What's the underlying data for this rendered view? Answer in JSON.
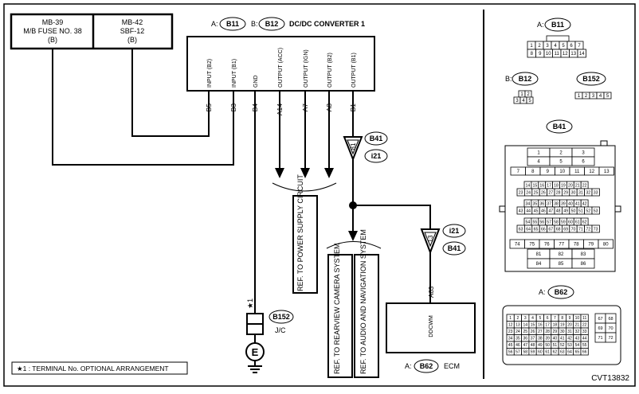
{
  "fuse_boxes": [
    {
      "line1": "MB-39",
      "line2": "M/B FUSE NO. 38",
      "line3": "(B)"
    },
    {
      "line1": "MB-42",
      "line2": "SBF-12",
      "line3": "(B)"
    }
  ],
  "converter": {
    "label_a": "A:",
    "conn_a": "B11",
    "label_b": "B:",
    "conn_b": "B12",
    "name": "DC/DC CONVERTER 1",
    "terminals": [
      {
        "name": "INPUT (B2)",
        "pin": "B5"
      },
      {
        "name": "INPUT (B1)",
        "pin": "B3"
      },
      {
        "name": "GND",
        "pin": "B4"
      },
      {
        "name": "OUTPUT (ACC)",
        "pin": "A14"
      },
      {
        "name": "OUTPUT (IGN)",
        "pin": "A7"
      },
      {
        "name": "OUTPUT (B2)",
        "pin": "A8"
      },
      {
        "name": "OUTPUT (B1)",
        "pin": "B1"
      }
    ]
  },
  "joints": [
    {
      "pin": "81",
      "conn_top": "B41",
      "conn_bottom": "i21"
    },
    {
      "pin": "13",
      "conn_top": "i21",
      "conn_bottom": "B41"
    }
  ],
  "refs": {
    "power": "REF. TO POWER SUPPLY CIRCUIT",
    "rearview": "REF. TO REARVIEW CAMERA SYSTEM",
    "audio": "REF. TO AUDIO AND NAVIGATION SYSTEM"
  },
  "ecm": {
    "terminal": "DDCWM",
    "pin": "A63",
    "label_a": "A:",
    "conn": "B62",
    "name": "ECM"
  },
  "ground": {
    "star": "★1",
    "conn": "B152",
    "jc": "J/C",
    "symbol": "E"
  },
  "footnote": "★1 : TERMINAL No. OPTIONAL ARRANGEMENT",
  "connectors_panel": {
    "b11": {
      "label": "A:",
      "name": "B11",
      "rows": [
        [
          "1",
          "2",
          "3",
          "4",
          "5",
          "6",
          "7"
        ],
        [
          "8",
          "9",
          "10",
          "11",
          "12",
          "13",
          "14"
        ]
      ]
    },
    "b12": {
      "label": "B:",
      "name": "B12",
      "rows": [
        [
          "1",
          "2"
        ],
        [
          "3",
          "4",
          "5"
        ]
      ]
    },
    "b152": {
      "name": "B152",
      "rows": [
        [
          "1",
          "2",
          "3",
          "4",
          "5"
        ]
      ]
    },
    "b41": {
      "name": "B41",
      "top_rows": [
        [
          "1",
          "2",
          "3"
        ],
        [
          "4",
          "5",
          "6"
        ]
      ],
      "row3": [
        "7",
        "8",
        "9",
        "10",
        "11",
        "12",
        "13"
      ],
      "blocks": [
        [
          [
            "14",
            "15",
            "16",
            "17",
            "18",
            "19",
            "20",
            "21",
            "22"
          ],
          [
            "23",
            "24",
            "25",
            "26",
            "27",
            "28",
            "29",
            "30",
            "31",
            "32",
            "33"
          ]
        ],
        [
          [
            "34",
            "35",
            "36",
            "37",
            "38",
            "39",
            "40",
            "41",
            "42"
          ],
          [
            "43",
            "44",
            "45",
            "46",
            "47",
            "48",
            "49",
            "50",
            "51",
            "52",
            "53"
          ]
        ],
        [
          [
            "54",
            "55",
            "56",
            "57",
            "58",
            "59",
            "60",
            "61",
            "62"
          ],
          [
            "63",
            "64",
            "65",
            "66",
            "67",
            "68",
            "69",
            "70",
            "71",
            "72",
            "73"
          ]
        ]
      ],
      "row_wide": [
        "74",
        "75",
        "76",
        "77",
        "78",
        "79",
        "80"
      ],
      "bottom_rows": [
        [
          "81",
          "82",
          "83"
        ],
        [
          "84",
          "85",
          "86"
        ]
      ]
    },
    "b62": {
      "label": "A:",
      "name": "B62",
      "rows": [
        [
          "1",
          "2",
          "3",
          "4",
          "5",
          "6",
          "7",
          "8",
          "9",
          "10",
          "11"
        ],
        [
          "12",
          "13",
          "14",
          "15",
          "16",
          "17",
          "18",
          "19",
          "20",
          "21",
          "22"
        ],
        [
          "23",
          "24",
          "25",
          "26",
          "27",
          "28",
          "29",
          "30",
          "31",
          "32",
          "33"
        ],
        [
          "34",
          "35",
          "36",
          "37",
          "38",
          "39",
          "40",
          "41",
          "42",
          "43",
          "44"
        ],
        [
          "45",
          "46",
          "47",
          "48",
          "49",
          "50",
          "51",
          "52",
          "53",
          "54",
          "55"
        ],
        [
          "56",
          "57",
          "58",
          "59",
          "60",
          "61",
          "62",
          "63",
          "64",
          "65",
          "66"
        ]
      ],
      "side_rows": [
        [
          "67",
          "68"
        ],
        [
          "69",
          "70"
        ],
        [
          "71",
          "72"
        ]
      ]
    }
  },
  "diagram_code": "CVT13832"
}
